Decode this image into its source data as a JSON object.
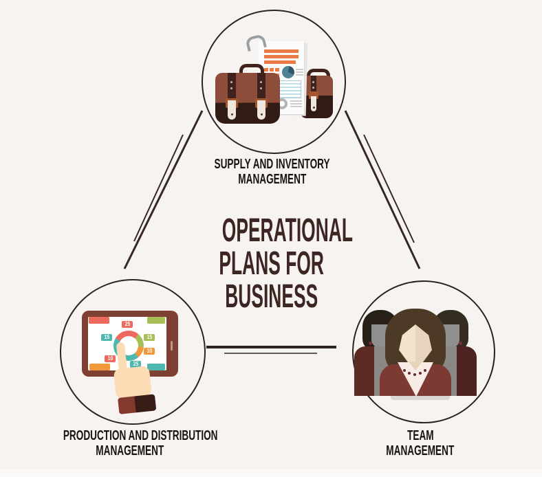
{
  "title": {
    "lines": [
      "OPERATIONAL",
      "PLANS FOR",
      "BUSINESS"
    ],
    "color": "#3c2523"
  },
  "nodes": {
    "supply": {
      "label_line1": "SUPPLY AND INVENTORY",
      "label_line2": "MANAGEMENT",
      "icon": "briefcases-and-report-icon"
    },
    "production": {
      "label_line1": "PRODUCTION AND DISTRIBUTION",
      "label_line2": "MANAGEMENT",
      "icon": "tablet-chart-hand-icon"
    },
    "team": {
      "label_line1": "TEAM",
      "label_line2": "MANAGEMENT",
      "icon": "team-women-icon"
    }
  },
  "tablet_chart": {
    "type": "donut",
    "badges": [
      {
        "value": "25",
        "color": "#ed6a5e",
        "position": "top"
      },
      {
        "value": "15",
        "color": "#4cb8af",
        "position": "left"
      },
      {
        "value": "15",
        "color": "#a8bf58",
        "position": "right"
      },
      {
        "value": "10",
        "color": "#f2993c",
        "position": "right-lower"
      },
      {
        "value": "10",
        "color": "#ed6a5e",
        "position": "bottom-left"
      },
      {
        "value": "25",
        "color": "#4cb8af",
        "position": "bottom-center"
      }
    ],
    "segments": [
      {
        "color": "#ed6a5e",
        "value": 25
      },
      {
        "color": "#a8bf58",
        "value": 15
      },
      {
        "color": "#f2993c",
        "value": 10
      },
      {
        "color": "#4cb8af",
        "value": 50
      }
    ]
  },
  "colors": {
    "background": "#f6f3f1",
    "bottom_strip": "#fbf9f8",
    "circle_border": "#2c2320",
    "connector_dark": "#362724",
    "connector_gray": "#5a5a5a",
    "title_text": "#3c2523",
    "label_text": "#161412",
    "briefcase_flap": "#8e4d3b",
    "briefcase_bottom": "#311b17",
    "accent_red": "#ed6a5e",
    "accent_teal": "#4cb8af",
    "accent_green": "#a8bf58",
    "accent_orange": "#f2993c",
    "tablet_frame": "#7d4032",
    "skin": "#fbdcb4",
    "jacket_maroon": "#7c3a33"
  }
}
